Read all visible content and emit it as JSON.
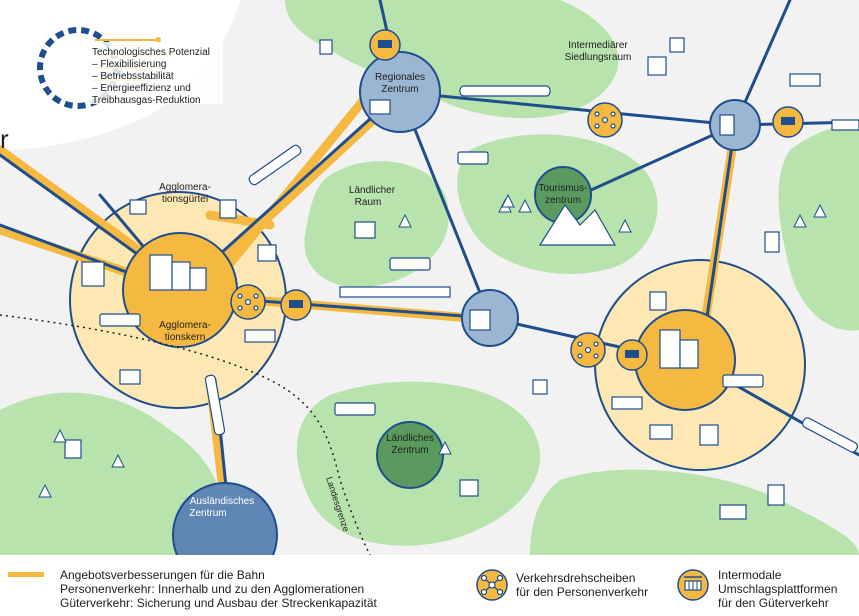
{
  "tech_potential": {
    "title": "Technologisches Potenzial",
    "items": [
      "– Flexibilisierung",
      "– Betriebsstabilität",
      "– Energieeffizienz und",
      "Treibhausgas-Reduktion"
    ]
  },
  "places": {
    "agglomerationsguertel": [
      "Agglomera-",
      "tionsgürtel"
    ],
    "agglomerationskern": [
      "Agglomera-",
      "tionskern"
    ],
    "regionales_zentrum": [
      "Regionales",
      "Zentrum"
    ],
    "intermediaerer_raum": [
      "Intermediärer",
      "Siedlungsraum"
    ],
    "laendlicher_raum": [
      "Ländlicher",
      "Raum"
    ],
    "tourismuszentrum": [
      "Tourismus-",
      "zentrum"
    ],
    "laendliches_zentrum": [
      "Ländliches",
      "Zentrum"
    ],
    "auslaendisches_zentrum": [
      "Ausländisches",
      "Zentrum"
    ],
    "landesgrenze": "Landesgrenze",
    "stray_letter": "r"
  },
  "legend": {
    "bahn_title": "Angebotsverbesserungen für die Bahn",
    "bahn_line1": "Personenverkehr: Innerhalb und zu den Agglomerationen",
    "bahn_line2": "Güterverkehr: Sicherung und Ausbau der Streckenkapazität",
    "hub_line1": "Verkehrsdrehscheiben",
    "hub_line2": "für den Personenverkehr",
    "freight_line1": "Intermodale",
    "freight_line2": "Umschlagsplattformen",
    "freight_line3": "für den Güterverkehr"
  },
  "colors": {
    "rail_line": "#1f4e8c",
    "improvement": "#f5b942",
    "agglo_belt": "#fde7b3",
    "green_area": "#b8e3ad",
    "dark_green": "#5a9a5e",
    "hub_fill": "#9ab6d3"
  }
}
